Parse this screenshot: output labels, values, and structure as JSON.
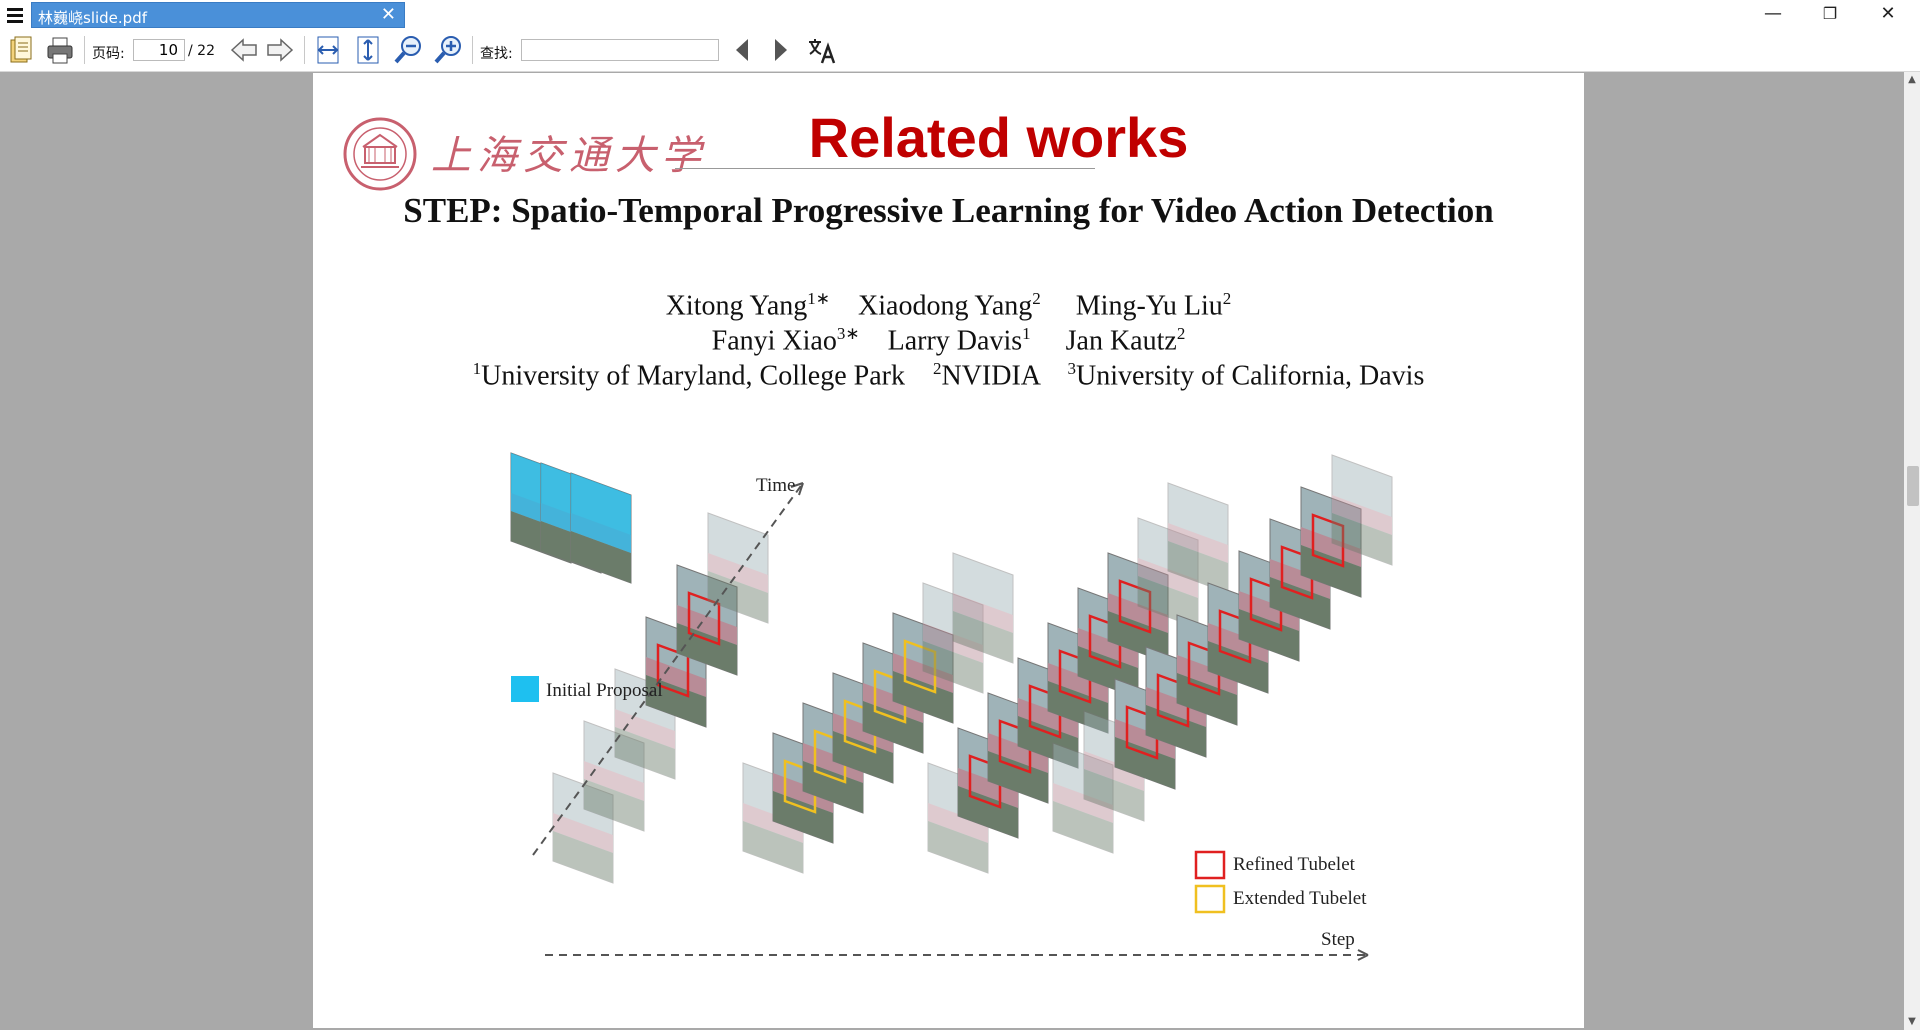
{
  "window": {
    "tab_title": "林巍峣slide.pdf",
    "tab_close": "✕",
    "minimize": "—",
    "restore": "❐",
    "close": "✕"
  },
  "toolbar": {
    "page_label": "页码:",
    "page_current": "10",
    "page_total": "/ 22",
    "search_label": "查找:",
    "search_value": ""
  },
  "slide": {
    "logo_text": "上海交通大学",
    "title": "Related works",
    "paper_title": "STEP: Spatio-Temporal Progressive Learning for Video Action Detection",
    "authors_line1": {
      "a1": "Xitong Yang",
      "a1_sup": "1∗",
      "a2": "Xiaodong Yang",
      "a2_sup": "2",
      "a3": "Ming-Yu Liu",
      "a3_sup": "2"
    },
    "authors_line2": {
      "a1": "Fanyi Xiao",
      "a1_sup": "3∗",
      "a2": "Larry Davis",
      "a2_sup": "1",
      "a3": "Jan Kautz",
      "a3_sup": "2"
    },
    "affiliations": {
      "s1": "1",
      "u1": "University of Maryland, College Park",
      "s2": "2",
      "u2": "NVIDIA",
      "s3": "3",
      "u3": "University of California, Davis"
    },
    "figure": {
      "time_label": "Time",
      "step_label": "Step",
      "legend_initial": "Initial Proposal",
      "legend_refined": "Refined Tubelet",
      "legend_extended": "Extended Tubelet",
      "color_initial": "#1ec0f0",
      "color_refined": "#e02020",
      "color_extended": "#f0c020"
    }
  }
}
